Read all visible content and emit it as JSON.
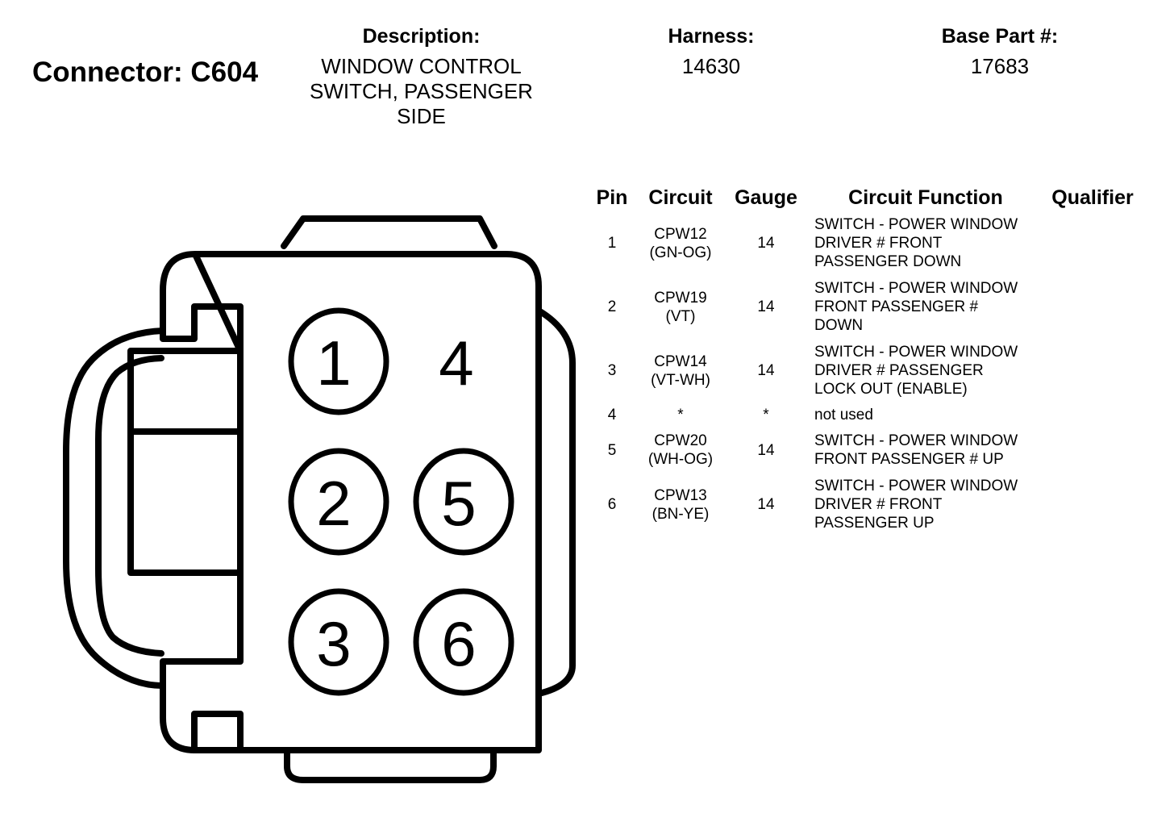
{
  "connector": {
    "title": "Connector: C604"
  },
  "header": {
    "description_label": "Description:",
    "description_lines": [
      "WINDOW CONTROL",
      "SWITCH, PASSENGER",
      "SIDE"
    ],
    "harness_label": "Harness:",
    "harness_value": "14630",
    "base_part_label": "Base Part #:",
    "base_part_value": "17683"
  },
  "diagram": {
    "pins": [
      {
        "label": "1",
        "circled": true
      },
      {
        "label": "2",
        "circled": true
      },
      {
        "label": "3",
        "circled": true
      },
      {
        "label": "4",
        "circled": false
      },
      {
        "label": "5",
        "circled": true
      },
      {
        "label": "6",
        "circled": true
      }
    ]
  },
  "table": {
    "headers": {
      "pin": "Pin",
      "circuit": "Circuit",
      "gauge": "Gauge",
      "function": "Circuit Function",
      "qualifier": "Qualifier"
    },
    "rows": [
      {
        "pin": "1",
        "circuit": "CPW12",
        "color": "(GN-OG)",
        "gauge": "14",
        "function": "SWITCH - POWER WINDOW\nDRIVER # FRONT\nPASSENGER DOWN",
        "qualifier": ""
      },
      {
        "pin": "2",
        "circuit": "CPW19",
        "color": "(VT)",
        "gauge": "14",
        "function": "SWITCH - POWER WINDOW\nFRONT PASSENGER #\nDOWN",
        "qualifier": ""
      },
      {
        "pin": "3",
        "circuit": "CPW14",
        "color": "(VT-WH)",
        "gauge": "14",
        "function": "SWITCH - POWER WINDOW\nDRIVER # PASSENGER\nLOCK OUT (ENABLE)",
        "qualifier": ""
      },
      {
        "pin": "4",
        "circuit": "*",
        "color": "",
        "gauge": "*",
        "function": "not used",
        "qualifier": ""
      },
      {
        "pin": "5",
        "circuit": "CPW20",
        "color": "(WH-OG)",
        "gauge": "14",
        "function": "SWITCH - POWER WINDOW\nFRONT PASSENGER # UP",
        "qualifier": ""
      },
      {
        "pin": "6",
        "circuit": "CPW13",
        "color": "(BN-YE)",
        "gauge": "14",
        "function": "SWITCH - POWER WINDOW\nDRIVER # FRONT\nPASSENGER UP",
        "qualifier": ""
      }
    ]
  }
}
